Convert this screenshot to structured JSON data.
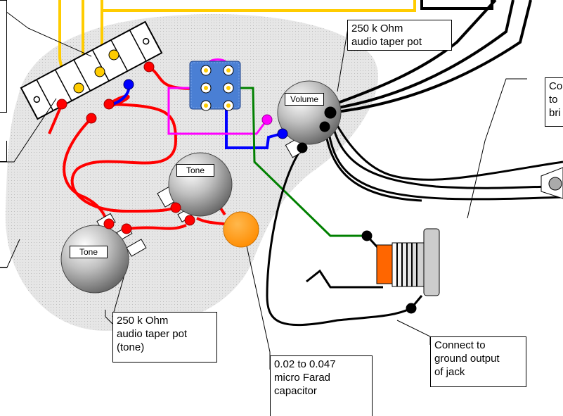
{
  "diagram": {
    "components": {
      "volume_pot": {
        "label": "Volume"
      },
      "tone_pot_upper": {
        "label": "Tone"
      },
      "tone_pot_lower": {
        "label": "Tone"
      }
    },
    "callouts": {
      "volume_pot_note": "250 k Ohm\naudio taper pot",
      "tone_pot_note": "250 k Ohm\naudio taper pot\n(tone)",
      "capacitor_note": "0.02 to 0.047\nmicro Farad\ncapacitor",
      "jack_ground_note": "Connect to\nground output\nof jack",
      "bridge_note_partial": "Co\nto\nbri"
    },
    "colors": {
      "pickguard": "#d9d9d9",
      "pot_body": "#8c8c8c",
      "wire_red": "#ff0000",
      "wire_yellow": "#ffcc00",
      "wire_blue": "#0000ff",
      "wire_magenta": "#ff00ff",
      "wire_green": "#008000",
      "wire_black": "#000000",
      "capacitor": "#ff9900",
      "switch_blue": "#3366cc"
    }
  }
}
